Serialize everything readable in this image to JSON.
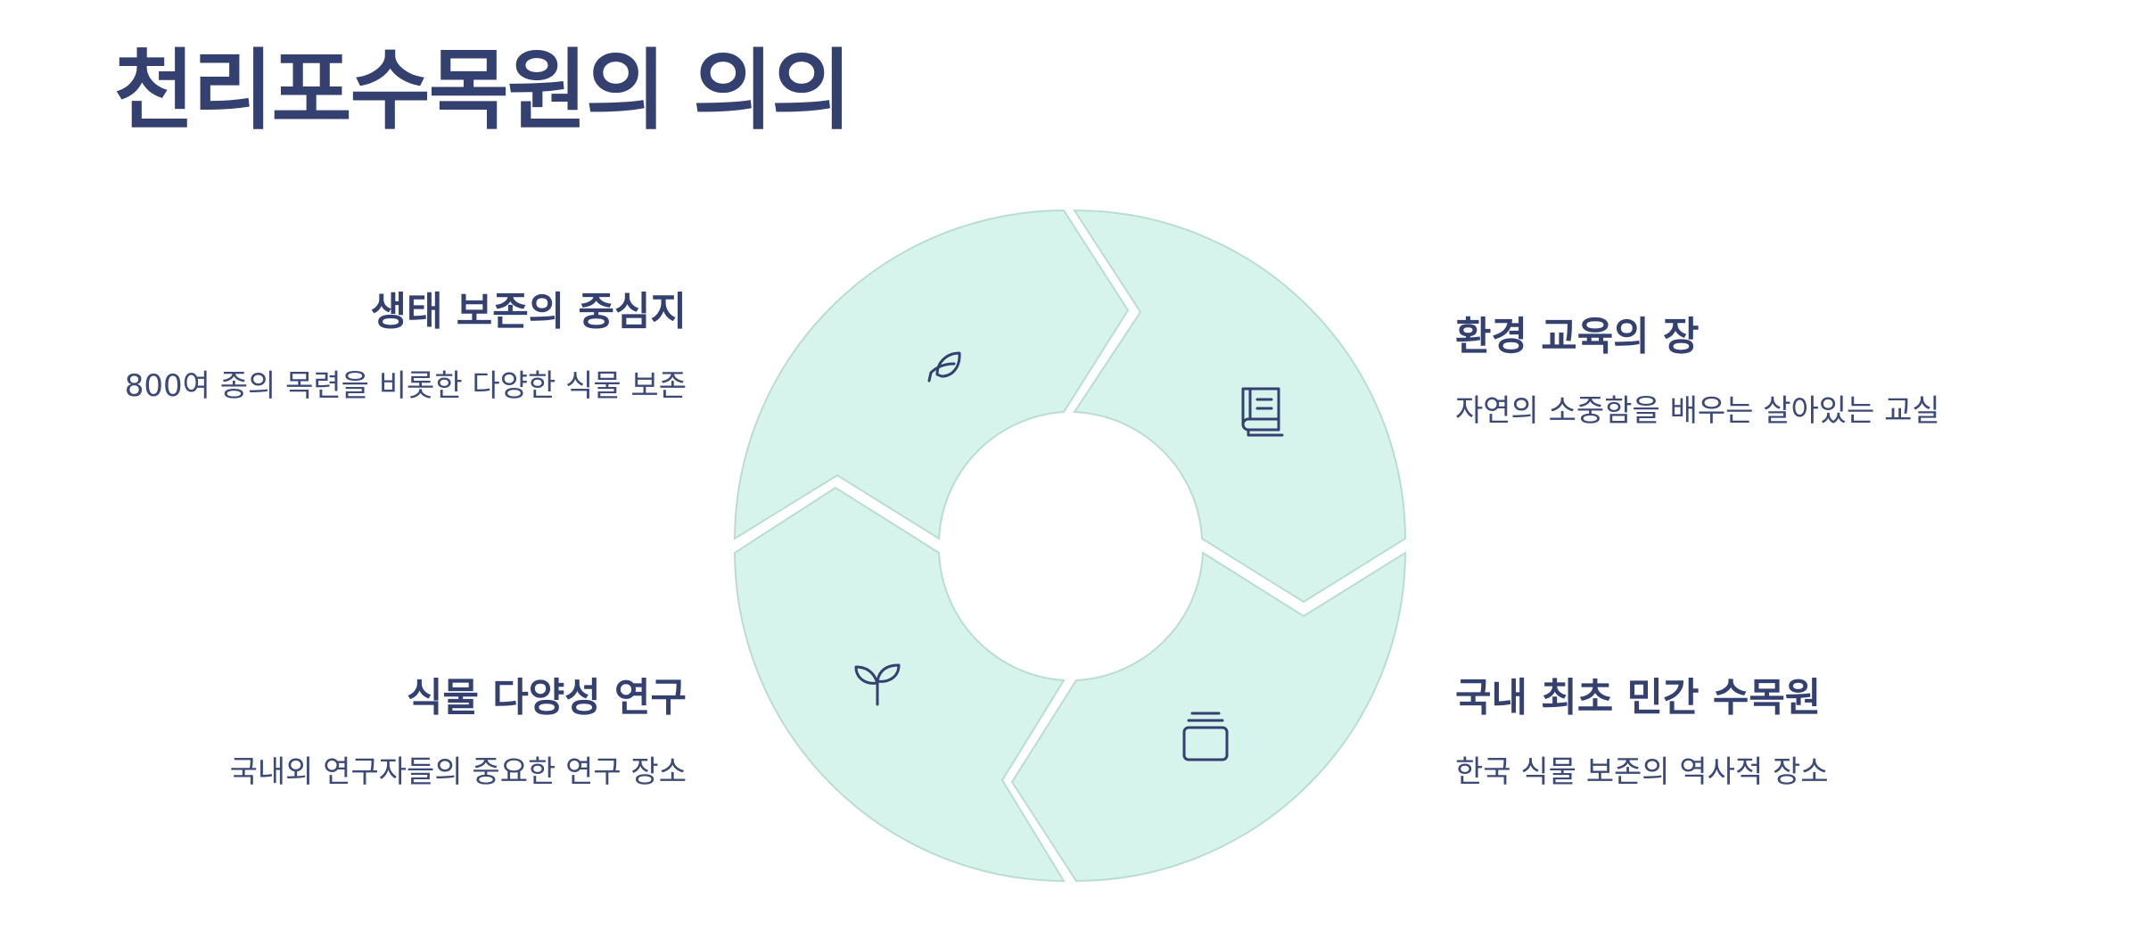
{
  "title": "천리포수목원의 의의",
  "items": [
    {
      "heading": "생태 보존의 중심지",
      "text": "800여 종의 목련을 비롯한 다양한 식물 보존",
      "icon": "leaf-icon"
    },
    {
      "heading": "환경 교육의 장",
      "text": "자연의 소중함을 배우는 살아있는 교실",
      "icon": "book-icon"
    },
    {
      "heading": "식물 다양성 연구",
      "text": "국내외 연구자들의 중요한 연구 장소",
      "icon": "sprout-icon"
    },
    {
      "heading": "국내 최초 민간 수목원",
      "text": "한국 식물 보존의 역사적 장소",
      "icon": "archive-icon"
    }
  ],
  "colors": {
    "segment_fill": "#d6f4ec",
    "segment_stroke": "#b9ddd2",
    "text": "#34406f"
  }
}
